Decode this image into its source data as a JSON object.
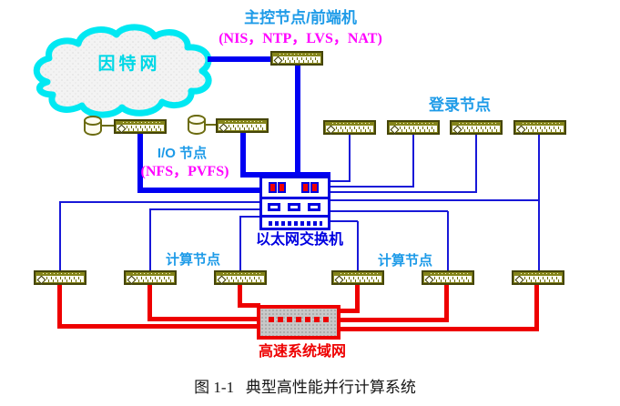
{
  "diagram": {
    "caption": "图 1-1   典型高性能并行计算系统",
    "internet": {
      "label": "因特网"
    },
    "master_node": {
      "label": "主控节点/前端机",
      "services": "(NIS，NTP，LVS，NAT)",
      "count": 1
    },
    "login_nodes": {
      "label": "登录节点",
      "count": 4
    },
    "io_nodes": {
      "label": "I/O 节点",
      "services": "(NFS，PVFS)",
      "count": 2
    },
    "ethernet_switch": {
      "label": "以太网交换机"
    },
    "compute_nodes_left": {
      "label": "计算节点",
      "count": 3
    },
    "compute_nodes_right": {
      "label": "计算节点",
      "count": 3
    },
    "san": {
      "label": "高速系统域网"
    },
    "colors": {
      "cloud_stroke": "#00E8F2",
      "node_label_blue": "#1E9BE8",
      "services_magenta": "#FF00FF",
      "switch_blue": "#0000E0",
      "link_blue_thick": "#0000F2",
      "link_blue_thin": "#1818D8",
      "san_red": "#EE0000",
      "server_olive": "#85851A"
    }
  }
}
